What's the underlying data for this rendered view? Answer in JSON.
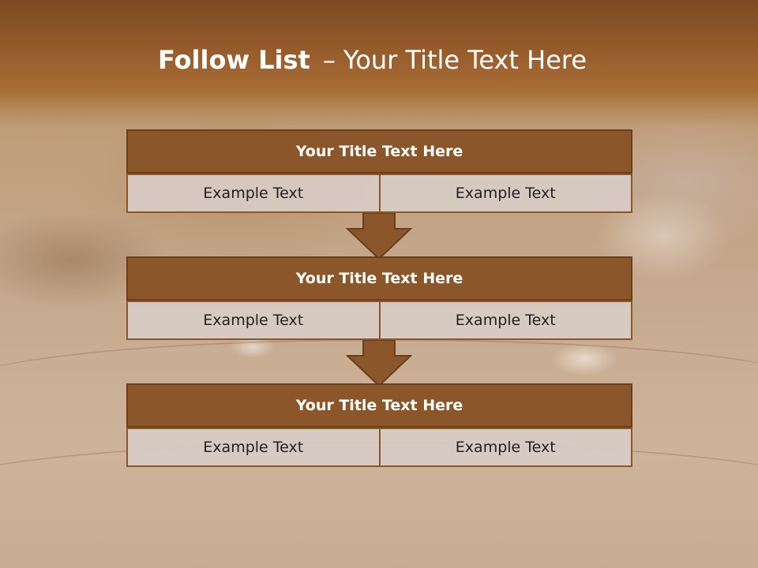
{
  "slide": {
    "title_bold": "Follow List",
    "title_rest": "– Your Title Text Here"
  },
  "blocks": [
    {
      "title": "Your Title Text Here",
      "left": "Example Text",
      "right": "Example Text"
    },
    {
      "title": "Your Title Text Here",
      "left": "Example Text",
      "right": "Example Text"
    },
    {
      "title": "Your Title Text Here",
      "left": "Example Text",
      "right": "Example Text"
    }
  ],
  "colors": {
    "header_fill": "#8b572a",
    "cell_fill": "#d8ccc6",
    "arrow_fill": "#8b572a",
    "title_band": "#93592a"
  },
  "icons": [
    "down-arrow-icon",
    "down-arrow-icon"
  ]
}
